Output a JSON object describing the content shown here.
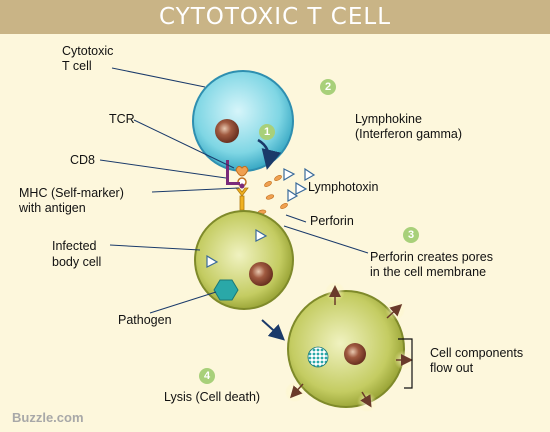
{
  "title": "CYTOTOXIC T CELL",
  "watermark": "Buzzle.com",
  "labels": {
    "cytotoxic_l1": "Cytotoxic",
    "cytotoxic_l2": "T cell",
    "tcr": "TCR",
    "cd8": "CD8",
    "mhc_l1": "MHC (Self-marker)",
    "mhc_l2": "with antigen",
    "infected_l1": "Infected",
    "infected_l2": "body cell",
    "pathogen": "Pathogen",
    "lysis": "Lysis (Cell death)",
    "lymphokine_l1": "Lymphokine",
    "lymphokine_l2": "(Interferon gamma)",
    "lymphotoxin": "Lymphotoxin",
    "perforin": "Perforin",
    "pores_l1": "Perforin creates pores",
    "pores_l2": "in the cell membrane",
    "components_l1": "Cell components",
    "components_l2": "flow out"
  },
  "steps": [
    "1",
    "2",
    "3",
    "4"
  ],
  "colors": {
    "title_bar": "#c9b486",
    "background": "#fdf7dc",
    "tcell": "#7fd6e4",
    "infected_cell": "#b8c24e",
    "nucleus": "#8a4a3a",
    "pathogen": "#2aa8a8",
    "badge": "#a8d07a"
  }
}
